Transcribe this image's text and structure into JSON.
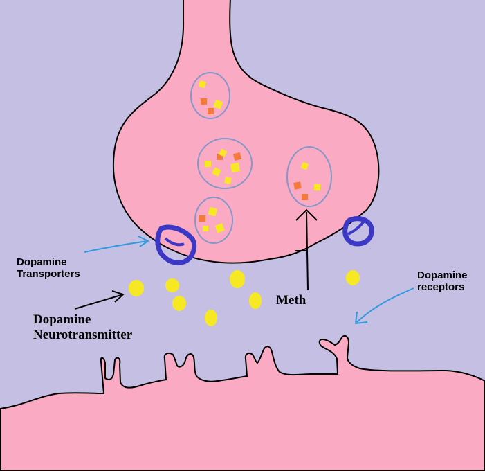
{
  "labels": {
    "transporters": [
      "Dopamine",
      "Transporters"
    ],
    "neurotransmitter": [
      "Dopamine",
      "Neurotransmitter"
    ],
    "meth": "Meth",
    "receptors": [
      "Dopamine",
      "receptors"
    ]
  },
  "colors": {
    "background": "#c5c0e3",
    "neuron": "#fbaac4",
    "outline": "#000000",
    "vesicle_outline": "#8397c8",
    "dopamine": "#f7e824",
    "meth": "#f47a3c",
    "transporter": "#3a38c4",
    "pointer_arrow": "#2f9ae0"
  }
}
